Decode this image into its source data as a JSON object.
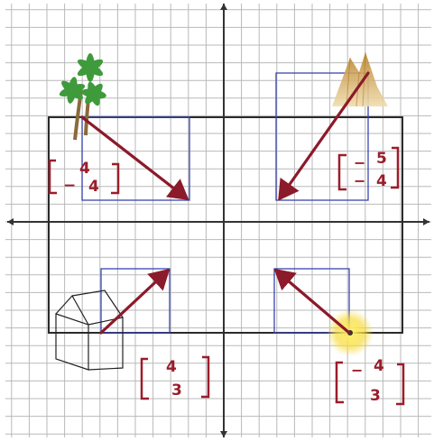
{
  "colors": {
    "grid": "#b9b9b9",
    "axis": "#333333",
    "rectangle": "#2a2a2a",
    "guide": "#3a45b0",
    "arrow": "#8b1a2a",
    "handwriting": "#9a1d2a",
    "sun": "#f7dc3c",
    "palm": "#3f9a3c",
    "mountain": "#c08a2c"
  },
  "icons": {
    "top_left": "palm-tree-icon",
    "top_right": "mountain-icon",
    "bottom_left": "house-icon",
    "bottom_right": "sun-icon"
  },
  "vectors": [
    {
      "id": "top-left",
      "top": [
        "4"
      ],
      "bottom": [
        "−",
        "4"
      ]
    },
    {
      "id": "top-right",
      "top": [
        "−",
        "5"
      ],
      "bottom": [
        "−",
        "4"
      ]
    },
    {
      "id": "bottom-left",
      "top": [
        "4"
      ],
      "bottom": [
        "3"
      ]
    },
    {
      "id": "bottom-right",
      "top": [
        "−",
        "4"
      ],
      "bottom": [
        "3"
      ]
    }
  ]
}
